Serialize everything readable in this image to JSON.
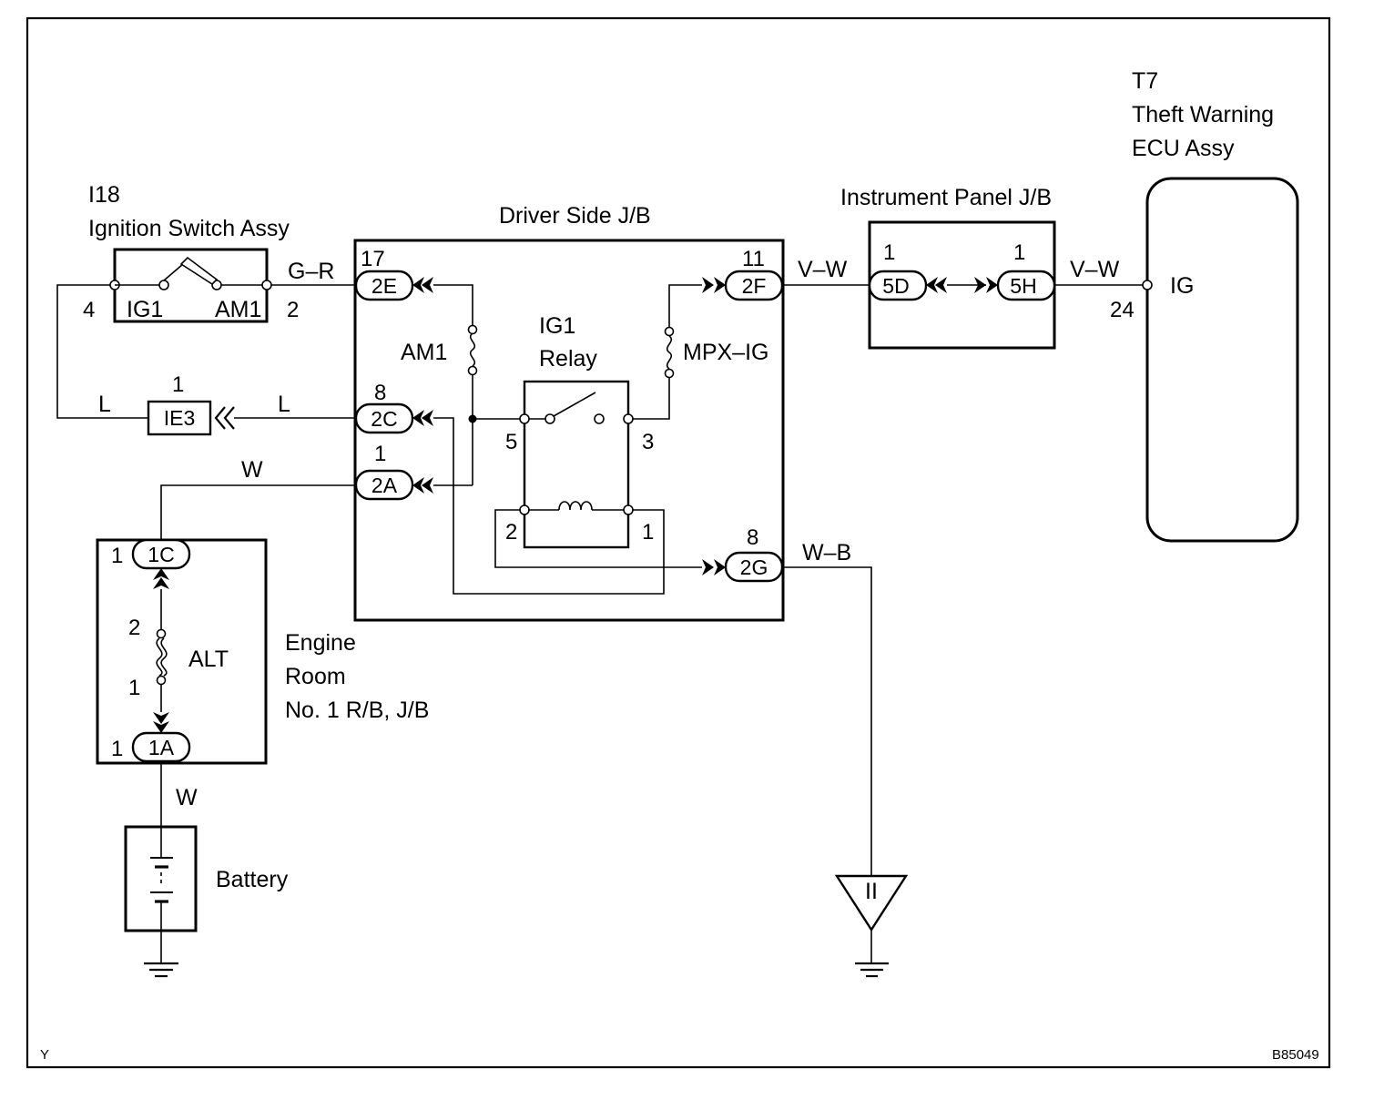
{
  "components": {
    "ignition_switch": {
      "id": "I18",
      "name": "Ignition Switch Assy",
      "term_ig1": "IG1",
      "term_am1": "AM1",
      "pin_left": "4",
      "pin_right": "2"
    },
    "driver_jb": {
      "name": "Driver Side J/B",
      "fuse_am1": "AM1",
      "fuse_mpx": "MPX–IG",
      "relay_line1": "IG1",
      "relay_line2": "Relay",
      "relay_pin5": "5",
      "relay_pin3": "3",
      "relay_pin2": "2",
      "relay_pin1": "1"
    },
    "instrument_jb": {
      "name": "Instrument Panel J/B",
      "pin_5d": "1",
      "pin_5h": "1"
    },
    "ecu": {
      "id": "T7",
      "name_line1": "Theft Warning",
      "name_line2": "ECU Assy",
      "term": "IG",
      "pin": "24"
    },
    "engine_rb": {
      "line1": "Engine",
      "line2": "Room",
      "line3": "No. 1 R/B, J/B",
      "fuse": "ALT",
      "fuse_pin_top": "2",
      "fuse_pin_bottom": "1",
      "pin_1c": "1",
      "pin_1a": "1"
    },
    "battery": {
      "name": "Battery"
    }
  },
  "connectors": {
    "c2E": {
      "label": "2E",
      "pin": "17"
    },
    "c2C": {
      "label": "2C",
      "pin": "8"
    },
    "c2A": {
      "label": "2A",
      "pin": "1"
    },
    "c2F": {
      "label": "2F",
      "pin": "11"
    },
    "c2G": {
      "label": "2G",
      "pin": "8"
    },
    "c5D": {
      "label": "5D"
    },
    "c5H": {
      "label": "5H"
    },
    "cIE3": {
      "label": "IE3",
      "pin": "1"
    },
    "c1C": {
      "label": "1C"
    },
    "c1A": {
      "label": "1A"
    }
  },
  "wires": {
    "gr": "G–R",
    "l_left": "L",
    "l_right": "L",
    "w_top": "W",
    "w_bottom": "W",
    "vw_left": "V–W",
    "vw_right": "V–W",
    "wb": "W–B"
  },
  "ground_ii": "II",
  "footer": {
    "left": "Y",
    "right": "B85049"
  }
}
